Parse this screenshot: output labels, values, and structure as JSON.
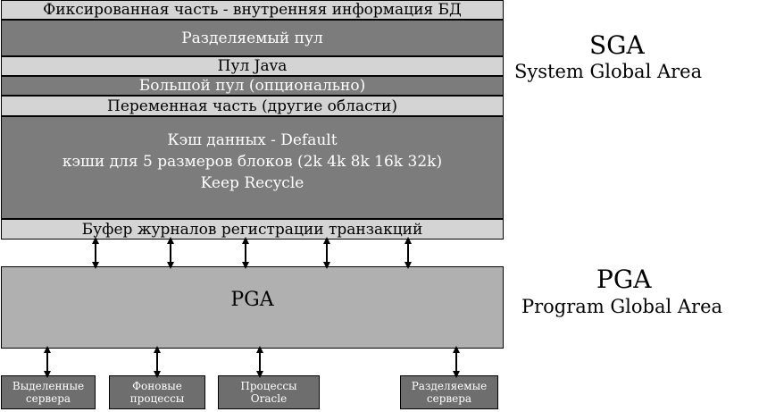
{
  "sga": {
    "fixed_part": "Фиксированная часть - внутренняя информация БД",
    "shared_pool": "Разделяемый пул",
    "java_pool": "Пул  Java",
    "large_pool": "Большой пул (опционально)",
    "variable_part": "Переменная часть (другие области)",
    "cache_line1": "Кэш данных - Default",
    "cache_line2": "кэши для 5 размеров блоков (2k 4k 8k 16k 32k)",
    "cache_line3": "Keep Recycle",
    "redo_buffer": "Буфер журналов регистрации транзакций",
    "title": "SGA",
    "subtitle": "System Global Area"
  },
  "pga": {
    "label": "PGA",
    "title": "PGA",
    "subtitle": "Program Global Area"
  },
  "processes": [
    {
      "line1": "Выделенные",
      "line2": "сервера"
    },
    {
      "line1": "Фоновые",
      "line2": "процессы"
    },
    {
      "line1": "Процессы",
      "line2": "Oracle"
    },
    {
      "line1": "Разделяемые",
      "line2": "сервера"
    }
  ]
}
